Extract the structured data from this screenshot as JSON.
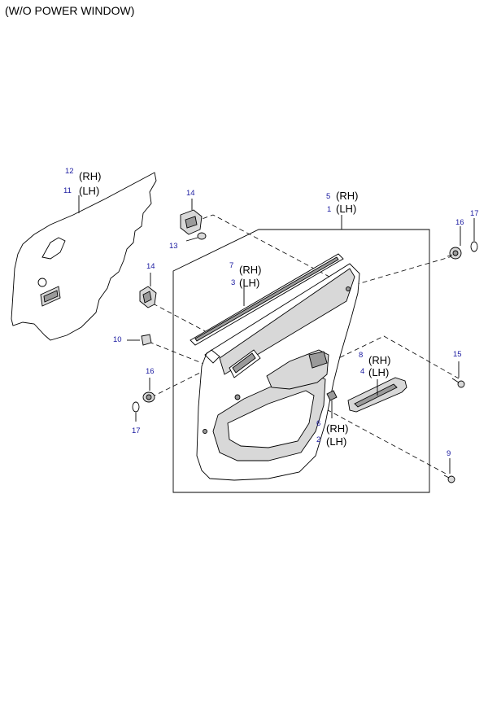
{
  "title": "(W/O POWER WINDOW)",
  "callouts": [
    {
      "num": "12",
      "side": "(RH)"
    },
    {
      "num": "11",
      "side": "(LH)"
    },
    {
      "num": "14"
    },
    {
      "num": "13"
    },
    {
      "num": "14"
    },
    {
      "num": "10"
    },
    {
      "num": "16"
    },
    {
      "num": "17"
    },
    {
      "num": "5",
      "side": "(RH)"
    },
    {
      "num": "1",
      "side": "(LH)"
    },
    {
      "num": "7",
      "side": "(RH)"
    },
    {
      "num": "3",
      "side": "(LH)"
    },
    {
      "num": "17"
    },
    {
      "num": "16"
    },
    {
      "num": "8",
      "side": "(RH)"
    },
    {
      "num": "4",
      "side": "(LH)"
    },
    {
      "num": "15"
    },
    {
      "num": "6",
      "side": "(RH)"
    },
    {
      "num": "2",
      "side": "(LH)"
    },
    {
      "num": "9"
    }
  ]
}
